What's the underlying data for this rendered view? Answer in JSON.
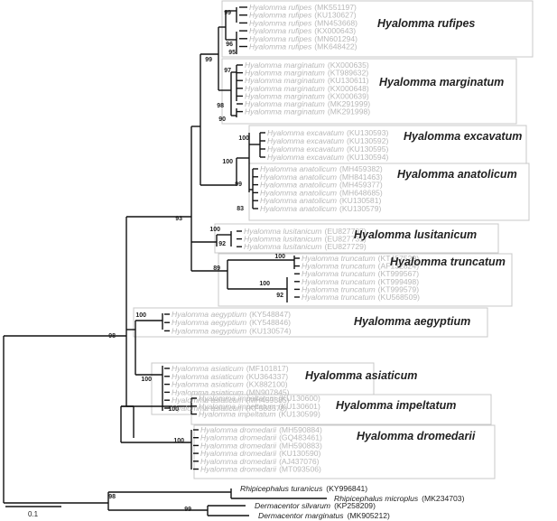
{
  "clades": [
    {
      "name": "Hyalomma rufipes",
      "leaves": [
        {
          "species": "Hyalomma rufipes",
          "accession": "(MK551197)"
        },
        {
          "species": "Hyalomma rufipes",
          "accession": "(KU130627)"
        },
        {
          "species": "Hyalomma rufipes",
          "accession": "(MN453668)"
        },
        {
          "species": "Hyalomma rufipes",
          "accession": "(KX000643)"
        },
        {
          "species": "Hyalomma rufipes",
          "accession": "(MN601294)"
        },
        {
          "species": "Hyalomma rufipes",
          "accession": "(MK648422)"
        }
      ]
    },
    {
      "name": "Hyalomma marginatum",
      "leaves": [
        {
          "species": "Hyalomma marginatum",
          "accession": "(KX000635)"
        },
        {
          "species": "Hyalomma marginatum",
          "accession": "(KT989632)"
        },
        {
          "species": "Hyalomma marginatum",
          "accession": "(KU130611)"
        },
        {
          "species": "Hyalomma marginatum",
          "accession": "(KX000648)"
        },
        {
          "species": "Hyalomma marginatum",
          "accession": "(KX000639)"
        },
        {
          "species": "Hyalomma marginatum",
          "accession": "(MK291999)"
        },
        {
          "species": "Hyalomma marginatum",
          "accession": "(MK291998)"
        }
      ]
    },
    {
      "name": "Hyalomma excavatum",
      "leaves": [
        {
          "species": "Hyalomma excavatum",
          "accession": "(KU130593)"
        },
        {
          "species": "Hyalomma excavatum",
          "accession": "(KU130592)"
        },
        {
          "species": "Hyalomma excavatum",
          "accession": "(KU130595)"
        },
        {
          "species": "Hyalomma excavatum",
          "accession": "(KU130594)"
        }
      ]
    },
    {
      "name": "Hyalomma anatolicum",
      "leaves": [
        {
          "species": "Hyalomma anatolicum",
          "accession": "(MH459382)"
        },
        {
          "species": "Hyalomma anatolicum",
          "accession": "(MH841463)"
        },
        {
          "species": "Hyalomma anatolicum",
          "accession": "(MH459377)"
        },
        {
          "species": "Hyalomma anatolicum",
          "accession": "(MH648685)"
        },
        {
          "species": "Hyalomma anatolicum",
          "accession": "(KU130581)"
        },
        {
          "species": "Hyalomma anatolicum",
          "accession": "(KU130579)"
        }
      ]
    },
    {
      "name": "Hyalomma lusitanicum",
      "leaves": [
        {
          "species": "Hyalomma lusitanicum",
          "accession": "(EU827707)"
        },
        {
          "species": "Hyalomma lusitanicum",
          "accession": "(EU827731)"
        },
        {
          "species": "Hyalomma lusitanicum",
          "accession": "(EU827729)"
        }
      ]
    },
    {
      "name": "Hyalomma truncatum",
      "leaves": [
        {
          "species": "Hyalomma truncatum",
          "accession": "(KT457529)"
        },
        {
          "species": "Hyalomma truncatum",
          "accession": "(AF132824)"
        },
        {
          "species": "Hyalomma truncatum",
          "accession": "(KT999567)"
        },
        {
          "species": "Hyalomma truncatum",
          "accession": "(KT999498)"
        },
        {
          "species": "Hyalomma truncatum",
          "accession": "(KT999579)"
        },
        {
          "species": "Hyalomma truncatum",
          "accession": "(KU568509)"
        }
      ]
    },
    {
      "name": "Hyalomma aegyptium",
      "leaves": [
        {
          "species": "Hyalomma aegyptium",
          "accession": "(KY548847)"
        },
        {
          "species": "Hyalomma aegyptium",
          "accession": "(KY548846)"
        },
        {
          "species": "Hyalomma aegyptium",
          "accession": "(KU130574)"
        }
      ]
    },
    {
      "name": "Hyalomma asiaticum",
      "leaves": [
        {
          "species": "Hyalomma asiaticum",
          "accession": "(MF101817)"
        },
        {
          "species": "Hyalomma asiaticum",
          "accession": "(KU364337)"
        },
        {
          "species": "Hyalomma asiaticum",
          "accession": "(KX882100)"
        },
        {
          "species": "Hyalomma asiaticum",
          "accession": "(MN907845)"
        },
        {
          "species": "Hyalomma asiaticum",
          "accession": "(MH459385)"
        },
        {
          "species": "Hyalomma asiaticum",
          "accession": "(KF583578)"
        }
      ]
    },
    {
      "name": "Hyalomma impeltatum",
      "leaves": [
        {
          "species": "Hyalomma impeltatum",
          "accession": "(KU130600)"
        },
        {
          "species": "Hyalomma impeltatum",
          "accession": "(KU130601)"
        },
        {
          "species": "Hyalomma impeltatum",
          "accession": "(KU130599)"
        }
      ]
    },
    {
      "name": "Hyalomma dromedarii",
      "leaves": [
        {
          "species": "Hyalomma dromedarii",
          "accession": "(MH590884)"
        },
        {
          "species": "Hyalomma dromedarii",
          "accession": "(GQ483461)"
        },
        {
          "species": "Hyalomma dromedarii",
          "accession": "(MH590883)"
        },
        {
          "species": "Hyalomma dromedarii",
          "accession": "(KU130590)"
        },
        {
          "species": "Hyalomma dromedarii",
          "accession": "(AJ437076)"
        },
        {
          "species": "Hyalomma dromedarii",
          "accession": "(MT093506)"
        }
      ]
    }
  ],
  "outgroups": [
    {
      "species": "Rhipicephalus turanicus",
      "accession": "(KY996841)"
    },
    {
      "species": "Rhipicephalus microplus",
      "accession": "(MK234703)"
    },
    {
      "species": "Dermacentor silvarum",
      "accession": "(KP258209)"
    },
    {
      "species": "Dermacentor marginatus",
      "accession": "(MK905212)"
    }
  ],
  "bootstrap": [
    {
      "id": "rufipes_a",
      "value": "99"
    },
    {
      "id": "rufipes_b",
      "value": "96"
    },
    {
      "id": "rufipes_c",
      "value": "95"
    },
    {
      "id": "rufipes_marginatum",
      "value": "99"
    },
    {
      "id": "marginatum_a",
      "value": "97"
    },
    {
      "id": "marginatum_b",
      "value": "98"
    },
    {
      "id": "marginatum_c",
      "value": "90"
    },
    {
      "id": "excavatum_anatolicum",
      "value": "100"
    },
    {
      "id": "excavatum",
      "value": "100"
    },
    {
      "id": "anatolicum_a",
      "value": "99"
    },
    {
      "id": "anatolicum_b",
      "value": "83"
    },
    {
      "id": "lusitanicum_group",
      "value": "93"
    },
    {
      "id": "lusitanicum_a",
      "value": "100"
    },
    {
      "id": "lusitanicum_b",
      "value": "92"
    },
    {
      "id": "truncatum",
      "value": "89"
    },
    {
      "id": "truncatum_a",
      "value": "100"
    },
    {
      "id": "truncatum_b",
      "value": "100"
    },
    {
      "id": "truncatum_c",
      "value": "92"
    },
    {
      "id": "aegyptium",
      "value": "100"
    },
    {
      "id": "asiaticum",
      "value": "100"
    },
    {
      "id": "hyalomma_root",
      "value": "98"
    },
    {
      "id": "impeltatum",
      "value": "100"
    },
    {
      "id": "dromedarii",
      "value": "100"
    },
    {
      "id": "rhipicephalus",
      "value": "98"
    },
    {
      "id": "dermacentor",
      "value": "99"
    }
  ],
  "scale_bar": {
    "label": "0.1"
  },
  "colors": {
    "branch": "#111111",
    "leaf_text": "#b8b8b8",
    "outgroup_text": "#222222",
    "box_border": "#c8c8c8"
  }
}
